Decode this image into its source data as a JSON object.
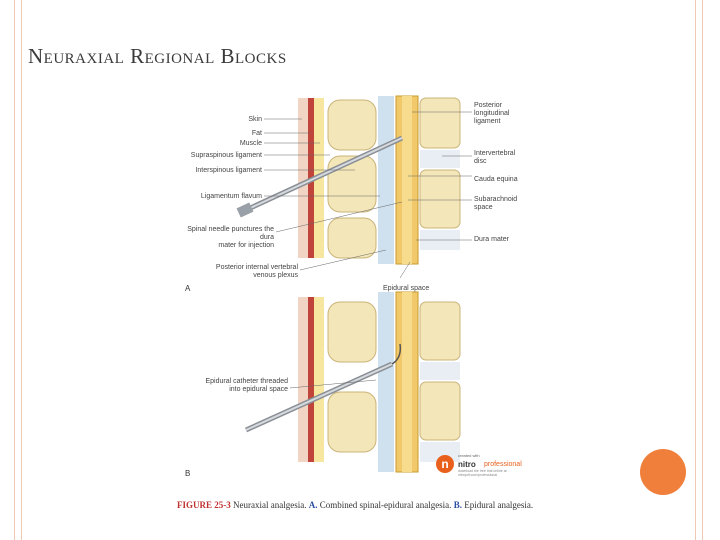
{
  "slide": {
    "title": "Neuraxial Regional Blocks"
  },
  "figure": {
    "panel_a": "A",
    "panel_b": "B",
    "labels_left": {
      "skin": "Skin",
      "fat": "Fat",
      "muscle": "Muscle",
      "supraspinous": "Supraspinous ligament",
      "interspinous": "Interspinous ligament",
      "flavum": "Ligamentum flavum",
      "spinal_needle": "Spinal needle punctures the dura\nmater for injection",
      "venous_plexus": "Posterior internal vertebral\nvenous plexus",
      "catheter": "Epidural catheter threaded\ninto epidural space"
    },
    "labels_right": {
      "posterior_ligament": "Posterior\nlongitudinal\nligament",
      "disc": "Intervertebral\ndisc",
      "cauda": "Cauda equina",
      "subarachnoid": "Subarachnoid\nspace",
      "dura": "Dura mater"
    },
    "epidural_space": "Epidural space"
  },
  "caption": {
    "fig_no": "FIGURE 25-3",
    "part1": " Neuraxial analgesia. ",
    "a": "A.",
    "part2": " Combined spinal-epidural analgesia. ",
    "b": "B.",
    "part3": " Epidural analgesia."
  },
  "watermark": {
    "small": "created with",
    "brand": "nitro",
    "pro": "professional",
    "tag": "download the free trial online at nitropdf.com/professional"
  },
  "colors": {
    "accent": "#f07f3c",
    "border": "#f0c8b4",
    "caption_red": "#c03030",
    "caption_blue": "#2a4fa0"
  }
}
